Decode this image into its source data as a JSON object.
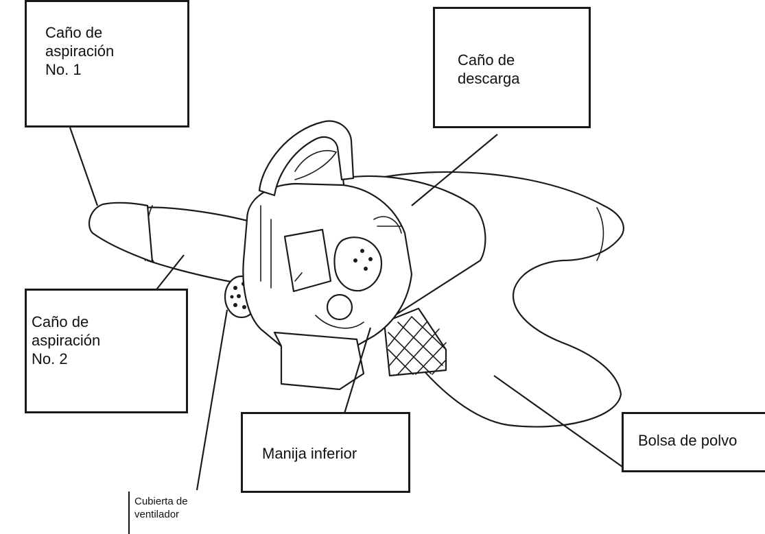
{
  "labels": {
    "intake_pipe_1": "Caño de\naspiración\nNo. 1",
    "discharge_pipe": "Caño de\ndescarga",
    "intake_pipe_2": "Caño de\naspiración\nNo. 2",
    "lower_handle": "Manija inferior",
    "dust_bag": "Bolsa de polvo",
    "fan_cover": "Cubierta de\nventilador"
  }
}
